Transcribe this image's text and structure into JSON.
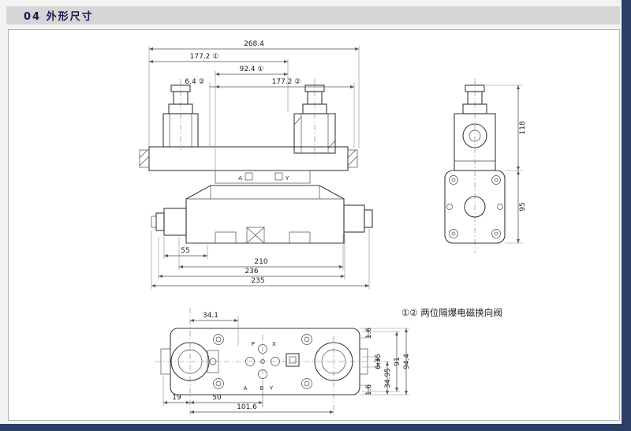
{
  "header": {
    "title": "04 外形尺寸"
  },
  "note": "①② 两位隔爆电磁换向阀",
  "colors": {
    "accent": "#2b3f66",
    "band": "#d6d6d6"
  },
  "front_view": {
    "dim_268": "268.4",
    "dim_177_1": "177.2 ①",
    "dim_92": "92.4 ①",
    "dim_6": "6.4 ②",
    "dim_177_2": "177.2 ②",
    "dim_55": "55",
    "dim_210": "210",
    "dim_236": "236",
    "dim_235": "235",
    "port_a": "A",
    "port_y": "Y"
  },
  "side_view": {
    "dim_118": "118",
    "dim_95": "95"
  },
  "bottom_view": {
    "dim_34_1": "34.1",
    "dim_1_6_top": "1.6",
    "dim_1_6_bottom": "1.6",
    "dim_6_35": "6.35",
    "dim_34_95": "34.95",
    "dim_91": "91",
    "dim_94_4": "94.4",
    "dim_19": "19",
    "dim_50": "50",
    "dim_101_6": "101.6",
    "port_p": "P",
    "port_x": "X",
    "port_a": "A",
    "port_b": "B",
    "port_y": "Y"
  }
}
